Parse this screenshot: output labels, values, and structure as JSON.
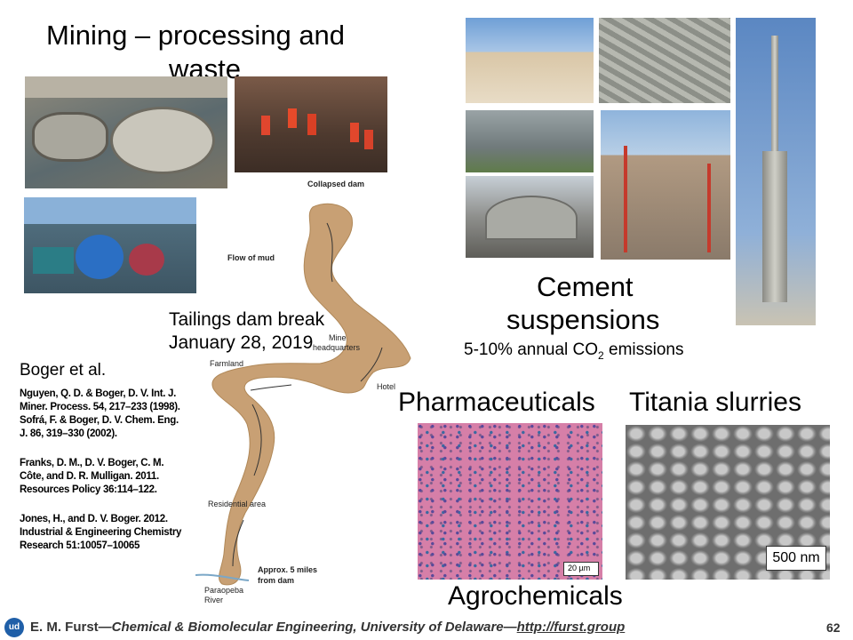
{
  "title": {
    "line1": "Mining – processing and",
    "line2": "waste"
  },
  "tailings": {
    "line1": "Tailings dam break",
    "line2": "January 28, 2019"
  },
  "map_labels": {
    "collapsed_dam": "Collapsed dam",
    "flow_of_mud": "Flow of mud",
    "mine": "Mine",
    "headquarters": "headquarters",
    "farmland": "Farmland",
    "hotel": "Hotel",
    "residential": "Residential area",
    "approx1": "Approx. 5 miles",
    "approx2": "from dam",
    "paraopeba1": "Paraopeba",
    "paraopeba2": "River"
  },
  "boger": {
    "heading": "Boger et al.",
    "refs": [
      "Nguyen, Q. D. & Boger, D. V. Int. J.",
      "Miner. Process. 54, 217–233 (1998).",
      "Sofrá, F. & Boger, D. V. Chem. Eng.",
      "J. 86, 319–330 (2002).",
      "",
      "Franks, D. M., D. V. Boger, C. M.",
      "Côte, and D. R. Mulligan. 2011.",
      "Resources  Policy 36:114–122.",
      "",
      "Jones, H., and D. V. Boger. 2012.",
      "Industrial & Engineering Chemistry",
      "Research 51:10057–10065"
    ]
  },
  "cement": {
    "line1": "Cement",
    "line2": "suspensions",
    "co2_pre": "5-10% annual CO",
    "co2_sub": "2",
    "co2_post": " emissions"
  },
  "pharma": "Pharmaceuticals",
  "titania": "Titania slurries",
  "scale_20um": "20 µm",
  "scale_500nm": "500 nm",
  "agro": "Agrochemicals",
  "footer": {
    "name": "E. M. Furst",
    "dash1": "—",
    "dept": "Chemical & Biomolecular Engineering, University of Delaware",
    "dash2": "—",
    "url": "http://furst.group",
    "page": "62"
  },
  "colors": {
    "mud": "#c8a074",
    "micro_bg": "#d67fa8",
    "sem_bg": "#6e6e6e",
    "footer_blue": "#1f5fa8"
  }
}
